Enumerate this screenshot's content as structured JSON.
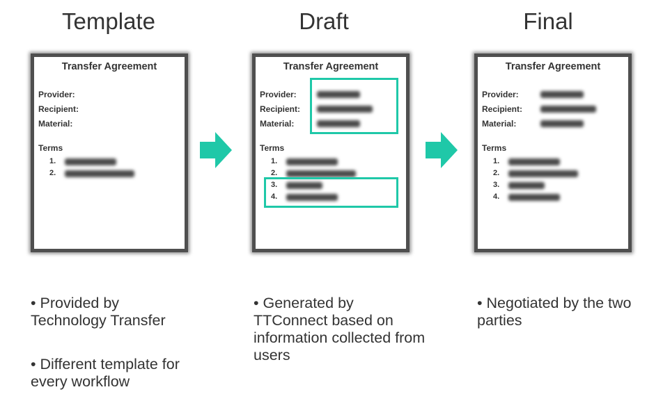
{
  "stages": [
    {
      "title": "Template",
      "doc": {
        "title": "Transfer Agreement",
        "fields": [
          "Provider:",
          "Recipient:",
          "Material:"
        ],
        "terms_label": "Terms",
        "term_numbers": [
          "1.",
          "2."
        ]
      },
      "bullets": [
        "• Provided by Technology Transfer",
        "• Different template for every workflow"
      ]
    },
    {
      "title": "Draft",
      "doc": {
        "title": "Transfer Agreement",
        "fields": [
          "Provider:",
          "Recipient:",
          "Material:"
        ],
        "terms_label": "Terms",
        "term_numbers": [
          "1.",
          "2.",
          "3.",
          "4."
        ]
      },
      "bullets": [
        "• Generated by TTConnect based on information collected from users"
      ]
    },
    {
      "title": "Final",
      "doc": {
        "title": "Transfer Agreement",
        "fields": [
          "Provider:",
          "Recipient:",
          "Material:"
        ],
        "terms_label": "Terms",
        "term_numbers": [
          "1.",
          "2.",
          "3.",
          "4."
        ]
      },
      "bullets": [
        "• Negotiated by the two parties"
      ]
    }
  ],
  "colors": {
    "highlight": "#1fc8a8",
    "arrow": "#1fc8a8",
    "doc_border": "#4f4f4f",
    "text": "#333333"
  },
  "icons": [
    "right-arrow-icon",
    "right-arrow-icon"
  ]
}
